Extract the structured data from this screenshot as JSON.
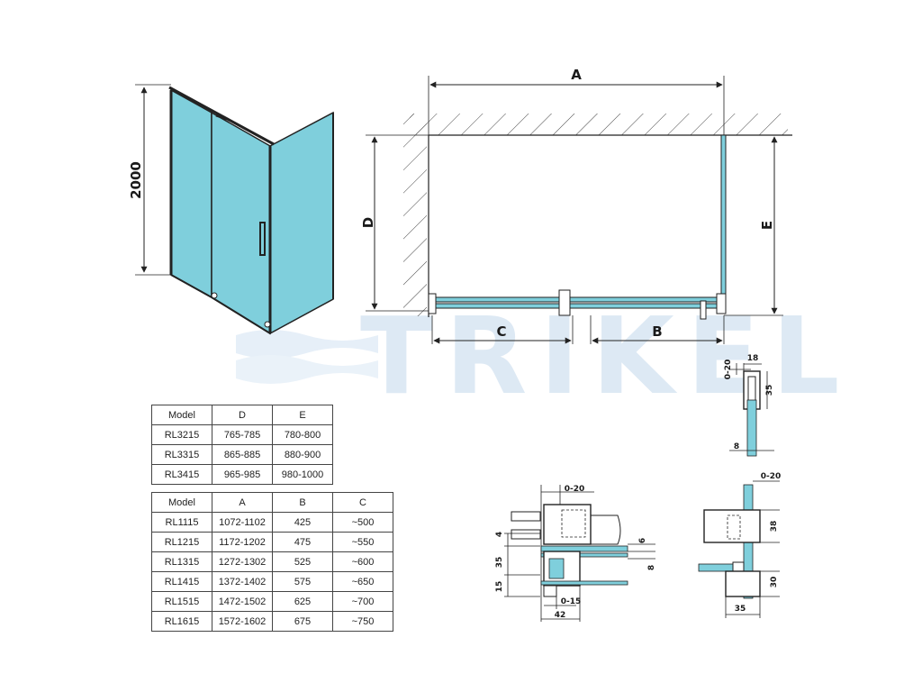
{
  "watermark": "TRIKEL",
  "perspective": {
    "height_label": "2000"
  },
  "plan": {
    "label_a": "A",
    "label_b": "B",
    "label_c": "C",
    "label_d": "D",
    "label_e": "E"
  },
  "detail_top": {
    "dim_0_20": "0-20",
    "dim_18": "18",
    "dim_35": "35",
    "dim_8": "8"
  },
  "detail_bottom_left": {
    "dim_0_20": "0-20",
    "dim_4": "4",
    "dim_6": "6",
    "dim_35": "35",
    "dim_8": "8",
    "dim_15": "15",
    "dim_0_15": "0-15",
    "dim_42": "42"
  },
  "detail_bottom_right": {
    "dim_0_20": "0-20",
    "dim_38": "38",
    "dim_30": "30",
    "dim_35": "35"
  },
  "table1": {
    "headers": [
      "Model",
      "D",
      "E"
    ],
    "rows": [
      [
        "RL3215",
        "765-785",
        "780-800"
      ],
      [
        "RL3315",
        "865-885",
        "880-900"
      ],
      [
        "RL3415",
        "965-985",
        "980-1000"
      ]
    ]
  },
  "table2": {
    "headers": [
      "Model",
      "A",
      "B",
      "C"
    ],
    "rows": [
      [
        "RL1115",
        "1072-1102",
        "425",
        "~500"
      ],
      [
        "RL1215",
        "1172-1202",
        "475",
        "~550"
      ],
      [
        "RL1315",
        "1272-1302",
        "525",
        "~600"
      ],
      [
        "RL1415",
        "1372-1402",
        "575",
        "~650"
      ],
      [
        "RL1515",
        "1472-1502",
        "625",
        "~700"
      ],
      [
        "RL1615",
        "1572-1602",
        "675",
        "~750"
      ]
    ]
  },
  "colors": {
    "glass": "#7fcfdc",
    "line": "#222222",
    "watermark": "#dde9f4"
  }
}
